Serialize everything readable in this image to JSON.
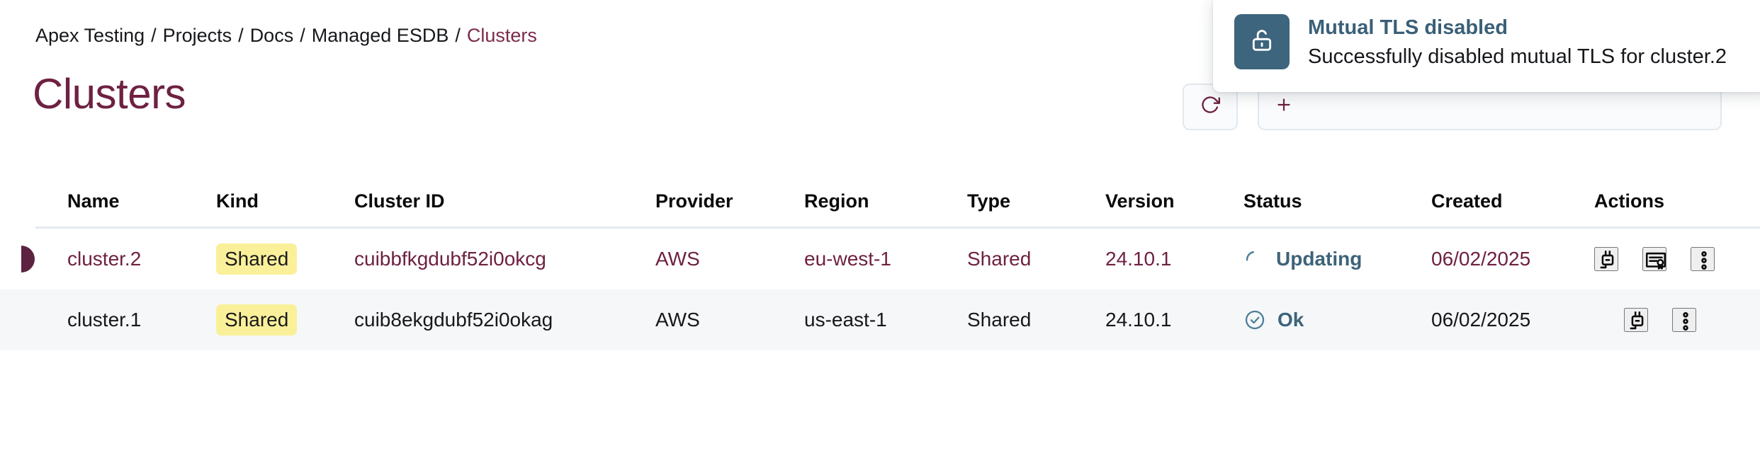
{
  "breadcrumb": {
    "separator": "/",
    "items": [
      {
        "label": "Apex Testing",
        "current": false
      },
      {
        "label": "Projects",
        "current": false
      },
      {
        "label": "Docs",
        "current": false
      },
      {
        "label": "Managed ESDB",
        "current": false
      },
      {
        "label": "Clusters",
        "current": true
      }
    ]
  },
  "page": {
    "title": "Clusters"
  },
  "header_actions": {
    "refresh_label": "",
    "primary_label": ""
  },
  "table": {
    "columns": [
      {
        "key": "name",
        "label": "Name"
      },
      {
        "key": "kind",
        "label": "Kind"
      },
      {
        "key": "cluster_id",
        "label": "Cluster ID"
      },
      {
        "key": "provider",
        "label": "Provider"
      },
      {
        "key": "region",
        "label": "Region"
      },
      {
        "key": "type",
        "label": "Type"
      },
      {
        "key": "version",
        "label": "Version"
      },
      {
        "key": "status",
        "label": "Status"
      },
      {
        "key": "created",
        "label": "Created"
      },
      {
        "key": "actions",
        "label": "Actions"
      }
    ],
    "rows": [
      {
        "name": "cluster.2",
        "kind": "Shared",
        "cluster_id": "cuibbfkgdubf52i0okcg",
        "provider": "AWS",
        "region": "eu-west-1",
        "type": "Shared",
        "version": "24.10.1",
        "status": "Updating",
        "status_icon": "spinner-icon",
        "created": "06/02/2025",
        "highlighted": true,
        "striped": false,
        "actions": [
          "plug-icon",
          "certificate-icon",
          "more-vertical-icon"
        ]
      },
      {
        "name": "cluster.1",
        "kind": "Shared",
        "cluster_id": "cuib8ekgdubf52i0okag",
        "provider": "AWS",
        "region": "us-east-1",
        "type": "Shared",
        "version": "24.10.1",
        "status": "Ok",
        "status_icon": "check-circle-icon",
        "created": "06/02/2025",
        "highlighted": false,
        "striped": true,
        "actions": [
          "plug-icon",
          "more-vertical-icon"
        ]
      }
    ]
  },
  "toast": {
    "icon": "unlock-icon",
    "title": "Mutual TLS disabled",
    "message": "Successfully disabled mutual TLS for cluster.2"
  },
  "colors": {
    "accent_maroon": "#6e2142",
    "status_teal": "#3d6379",
    "badge_yellow": "#faf09a",
    "row_stripe": "#f5f7f9",
    "divider": "#e4e9ef",
    "toast_icon_bg": "#3d657d"
  }
}
